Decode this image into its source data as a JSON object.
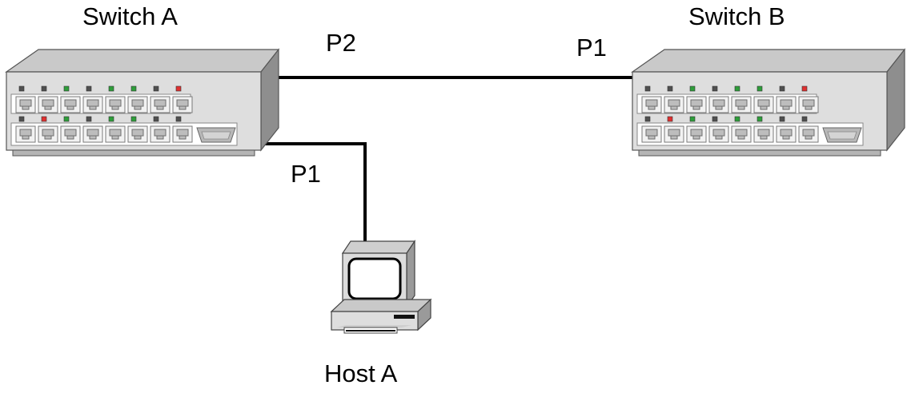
{
  "devices": {
    "switch_a": {
      "label": "Switch A"
    },
    "switch_b": {
      "label": "Switch B"
    },
    "host_a": {
      "label": "Host A"
    }
  },
  "ports": {
    "switch_a_p2": "P2",
    "switch_b_p1": "P1",
    "switch_a_p1": "P1"
  },
  "links": [
    {
      "from": "Switch A",
      "from_port": "P2",
      "to": "Switch B",
      "to_port": "P1"
    },
    {
      "from": "Switch A",
      "from_port": "P1",
      "to": "Host A"
    }
  ],
  "colors": {
    "device_front": "#dcdcdc",
    "device_top": "#c8c8c8",
    "device_side": "#8f8f8f",
    "led_on": "#2e9e3a",
    "led_alert": "#e03030",
    "led_off": "#505050",
    "link": "#000000"
  },
  "led_pattern": {
    "top_row": [
      "off",
      "off",
      "on",
      "off",
      "on",
      "on",
      "off",
      "alert"
    ],
    "bottom_row": [
      "off",
      "alert",
      "on",
      "off",
      "on",
      "on",
      "off",
      "off"
    ]
  }
}
